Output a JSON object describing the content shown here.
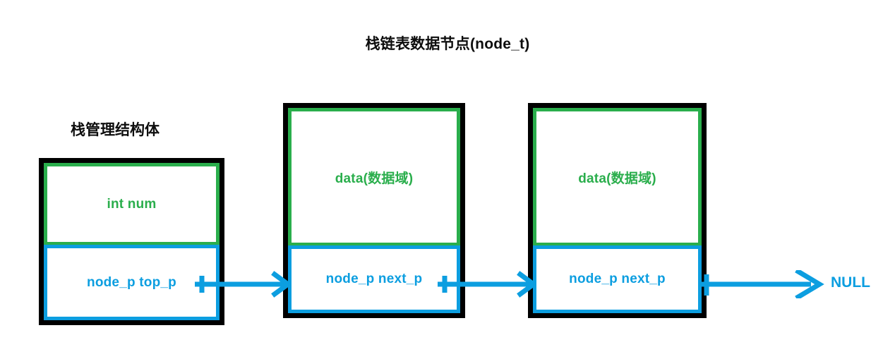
{
  "diagram": {
    "title": "栈链表数据节点(node_t)",
    "colors": {
      "data_field": "#2aae4c",
      "pointer_field": "#0c9ee0",
      "box_border": "#000000",
      "title": "#0d0d0d",
      "background": "#ffffff"
    },
    "boxes": [
      {
        "caption": "栈管理结构体",
        "fields": [
          {
            "label": "int num",
            "kind": "data"
          },
          {
            "label": "node_p top_p",
            "kind": "pointer"
          }
        ]
      },
      {
        "caption": "",
        "fields": [
          {
            "label": "data(数据域)",
            "kind": "data"
          },
          {
            "label": "node_p next_p",
            "kind": "pointer"
          }
        ]
      },
      {
        "caption": "",
        "fields": [
          {
            "label": "data(数据域)",
            "kind": "data"
          },
          {
            "label": "node_p next_p",
            "kind": "pointer"
          }
        ]
      }
    ],
    "arrows": [
      {
        "name": "top_p-to-node1",
        "from": "node_p top_p",
        "to": "node 1"
      },
      {
        "name": "node1-to-node2",
        "from": "node_p next_p",
        "to": "node 2"
      },
      {
        "name": "node2-to-null",
        "from": "node_p next_p",
        "to": "NULL"
      }
    ],
    "terminator": "NULL"
  }
}
